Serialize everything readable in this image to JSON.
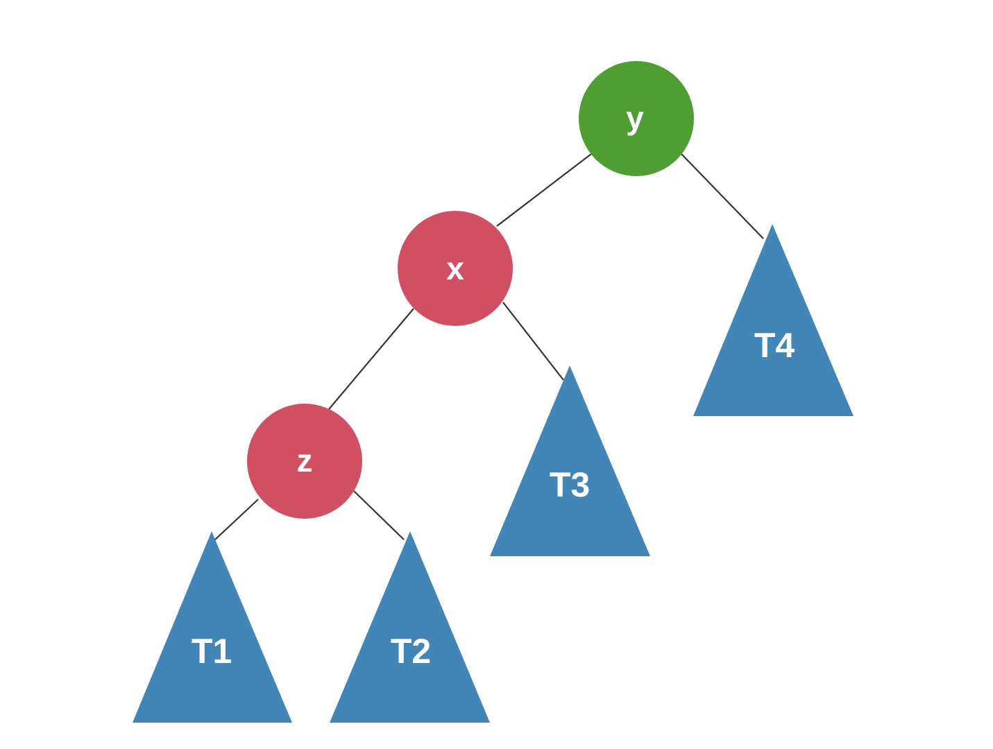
{
  "diagram": {
    "nodes": [
      {
        "id": "y",
        "label": "y",
        "color": "#4e9e34"
      },
      {
        "id": "x",
        "label": "x",
        "color": "#d04f62"
      },
      {
        "id": "z",
        "label": "z",
        "color": "#d04f62"
      }
    ],
    "subtrees": [
      {
        "id": "T1",
        "label": "T1",
        "color": "#4286b8"
      },
      {
        "id": "T2",
        "label": "T2",
        "color": "#4286b8"
      },
      {
        "id": "T3",
        "label": "T3",
        "color": "#4286b8"
      },
      {
        "id": "T4",
        "label": "T4",
        "color": "#4286b8"
      }
    ],
    "edges": [
      {
        "from": "y",
        "to": "x"
      },
      {
        "from": "y",
        "to": "T4"
      },
      {
        "from": "x",
        "to": "z"
      },
      {
        "from": "x",
        "to": "T3"
      },
      {
        "from": "z",
        "to": "T1"
      },
      {
        "from": "z",
        "to": "T2"
      }
    ]
  }
}
